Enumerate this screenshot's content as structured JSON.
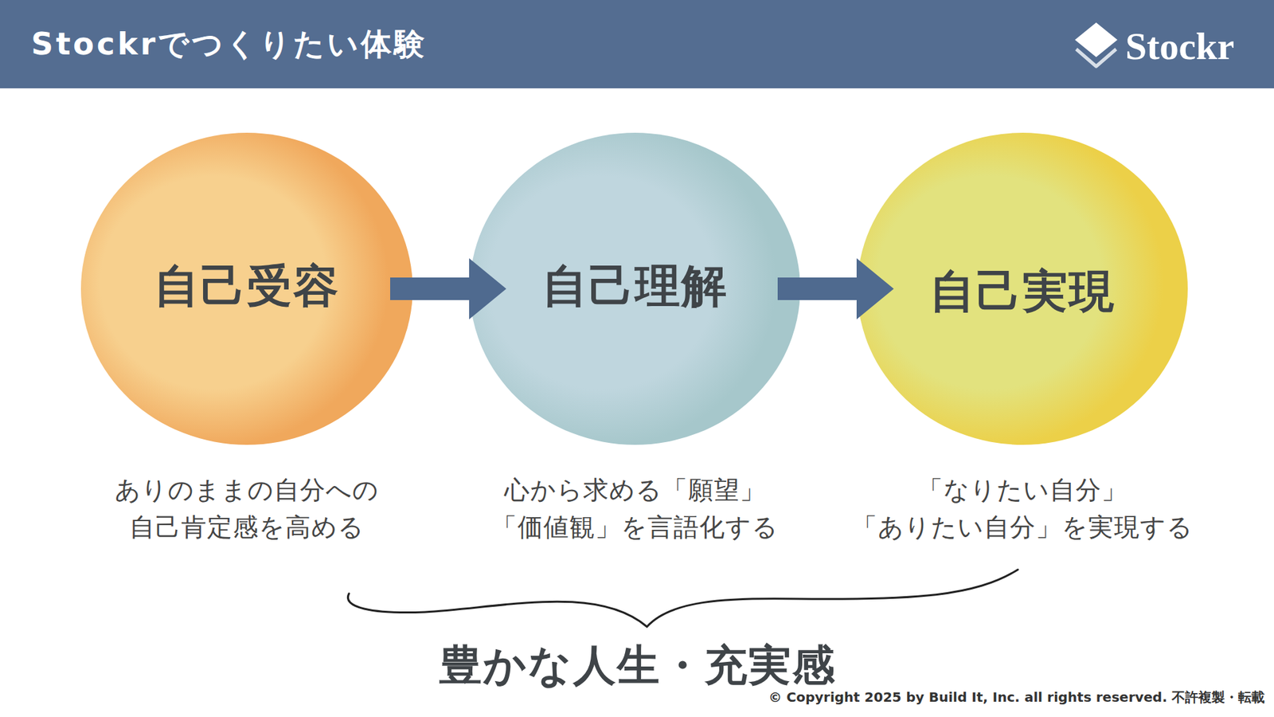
{
  "diagram": {
    "title": "Stockrでつくりたい体験",
    "nodes": [
      {
        "text": [
          "自己受容",
          "ありのままの自分への 自己肯定感を高める"
        ]
      },
      {
        "text": [
          "自己理解",
          "心から求める「願望」 「価値観」を言語化する"
        ]
      },
      {
        "text": [
          "自己実現",
          "「なりたい自分」 「ありたい自分」を実現する"
        ]
      }
    ],
    "edges": [
      {
        "from": 0,
        "to": 1,
        "arrow": "to"
      },
      {
        "from": 1,
        "to": 2,
        "arrow": "to"
      }
    ],
    "labels": [
      "Stockr",
      "豊かな人生・充実感",
      "© Copyright 2025 by Build It, Inc. all rights reserved. 不許複製・転載"
    ]
  }
}
